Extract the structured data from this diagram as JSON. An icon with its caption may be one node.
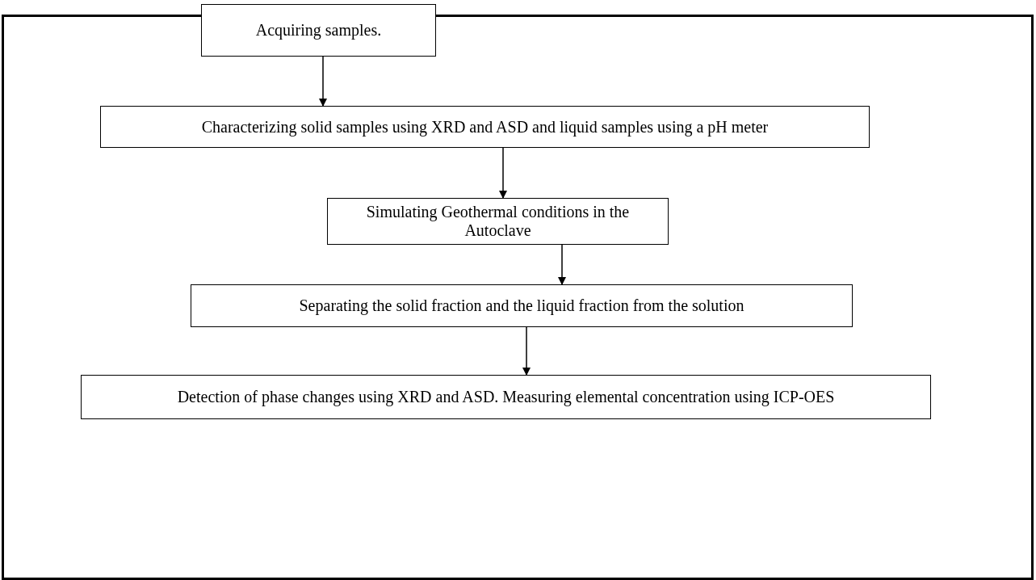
{
  "diagram": {
    "nodes": [
      {
        "text": [
          "Acquiring samples."
        ]
      },
      {
        "text": [
          "Characterizing solid samples using XRD and ASD and liquid samples using a pH meter"
        ]
      },
      {
        "text": [
          "Simulating Geothermal conditions in the Autoclave"
        ]
      },
      {
        "text": [
          "Separating the solid fraction and the liquid fraction from the solution"
        ]
      },
      {
        "text": [
          "Detection of phase changes using XRD and ASD. Measuring elemental concentration using ICP-OES"
        ]
      }
    ],
    "edges": [
      {
        "from": 0,
        "to": 1,
        "arrow": "to"
      },
      {
        "from": 1,
        "to": 2,
        "arrow": "to"
      },
      {
        "from": 2,
        "to": 3,
        "arrow": "to"
      },
      {
        "from": 3,
        "to": 4,
        "arrow": "to"
      }
    ]
  }
}
